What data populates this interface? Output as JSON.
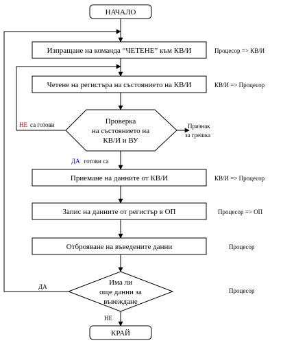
{
  "start_label": "НАЧАЛО",
  "end_label": "КРАЙ",
  "steps": [
    {
      "label": "Изпращане на команда “ЧЕТЕНЕ” към КВ/И",
      "side": "Процесор => КВ/И"
    },
    {
      "label": "Четене на регистъра на състоянието на КВ/И",
      "side": "КВ/И => Процесор"
    },
    {
      "label": "Приемане на данните от КВ/И",
      "side": "КВ/И => Процесор"
    },
    {
      "label": "Запис на данните от регистър в ОП",
      "side": "Процесор => ОП"
    },
    {
      "label": "Отброяване на въведените данни",
      "side": "Процесор"
    }
  ],
  "status_check": {
    "lines": [
      "Проверка",
      "на състоянието на",
      "КВ/И и ВУ"
    ],
    "error_label_lines": [
      "Признак",
      "за грешка"
    ],
    "no_word": "НЕ",
    "no_text": "са готови",
    "yes_word": "ДА",
    "yes_text": "готови са"
  },
  "more_data_check": {
    "lines": [
      "Има ли",
      "още данни за",
      "въвеждане"
    ],
    "side": "Процесор",
    "yes_word": "ДА",
    "no_word": "НЕ"
  },
  "colors": {
    "line": "#000000",
    "yes_no_red": "#cc0000",
    "yes_no_blue": "#0000cc"
  }
}
